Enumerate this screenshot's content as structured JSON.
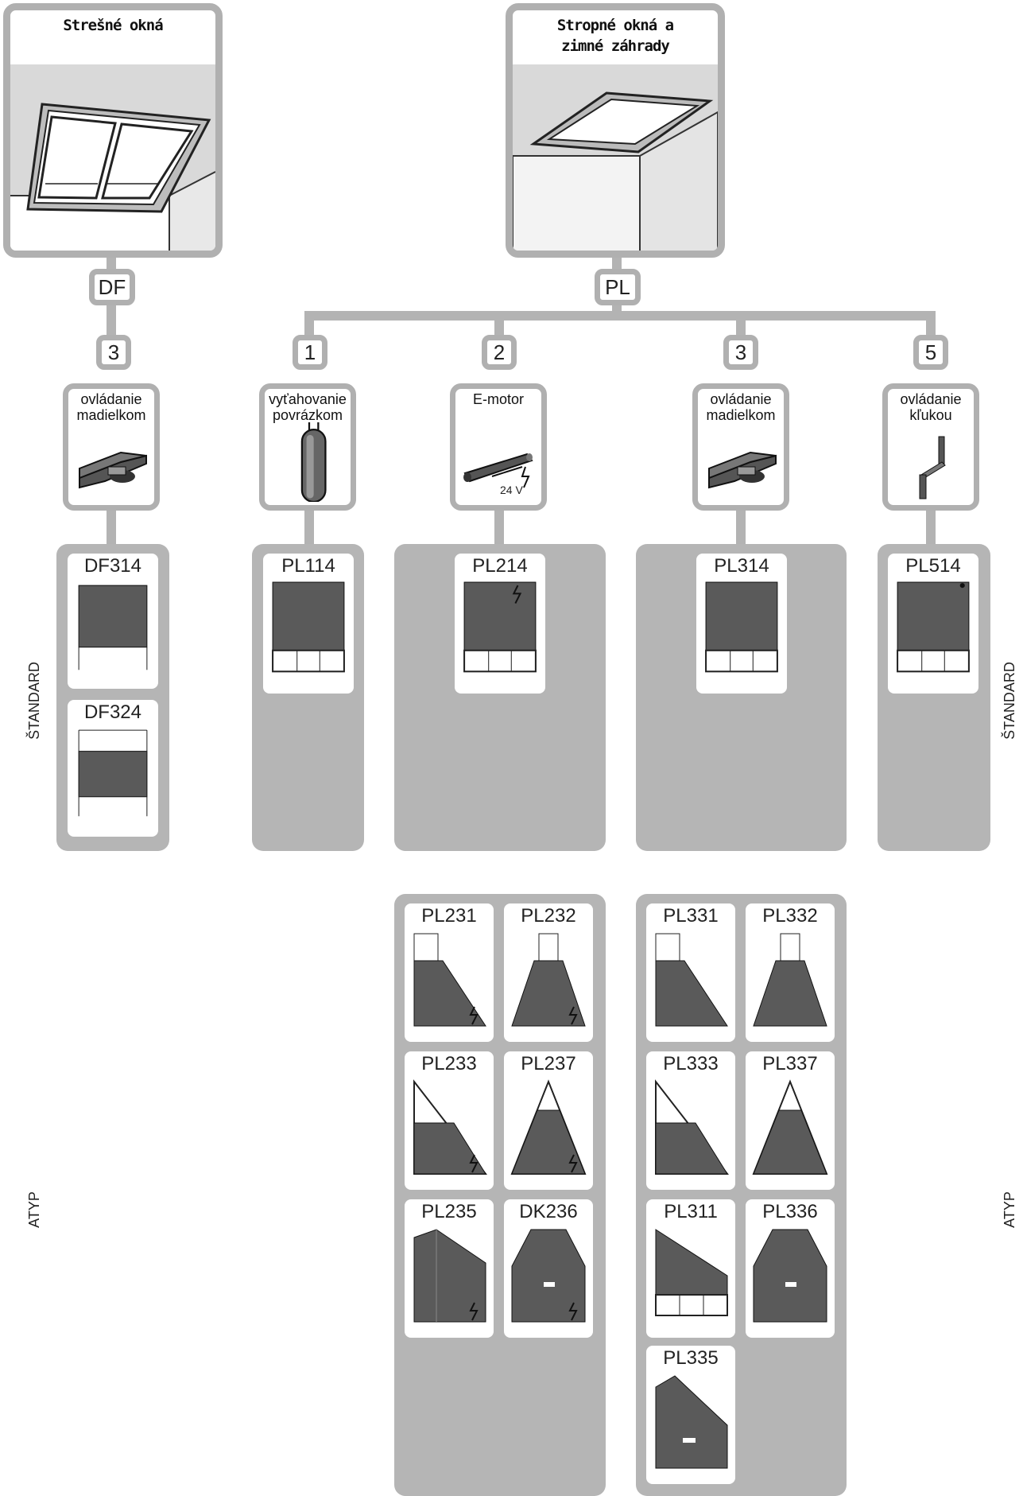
{
  "windows": {
    "roof": {
      "title": "Strešné okná",
      "code": "DF"
    },
    "ceiling": {
      "title_line1": "Stropné okná a",
      "title_line2": "zimné záhrady",
      "code": "PL"
    }
  },
  "side_labels": {
    "standard_left": "ŠTANDARD",
    "standard_right": "ŠTANDARD",
    "atyp_left": "ATYP",
    "atyp_right": "ATYP"
  },
  "controls": {
    "df3": {
      "number": "3",
      "line1": "ovládanie",
      "line2": "madielkom",
      "icon": "handle-rail-icon"
    },
    "pl1": {
      "number": "1",
      "line1": "vyťahovanie",
      "line2": "povrázkom",
      "icon": "cord-pull-icon"
    },
    "pl2": {
      "number": "2",
      "line1": "E-motor",
      "line2": "",
      "voltage": "24 V",
      "icon": "motor-icon"
    },
    "pl3": {
      "number": "3",
      "line1": "ovládanie",
      "line2": "madielkom",
      "icon": "handle-rail-icon"
    },
    "pl5": {
      "number": "5",
      "line1": "ovládanie",
      "line2": "kľukou",
      "icon": "crank-icon"
    }
  },
  "products": {
    "standard": {
      "df": [
        "DF314",
        "DF324"
      ],
      "pl1": [
        "PL114"
      ],
      "pl2": [
        "PL214"
      ],
      "pl3": [
        "PL314"
      ],
      "pl5": [
        "PL514"
      ]
    },
    "atyp": {
      "pl2": [
        "PL231",
        "PL232",
        "PL233",
        "PL237",
        "PL235",
        "DK236"
      ],
      "pl3": [
        "PL331",
        "PL332",
        "PL333",
        "PL337",
        "PL311",
        "PL336",
        "PL335"
      ]
    }
  },
  "colors": {
    "frame": "#b0b0b0",
    "group": "#b5b5b5",
    "blind": "#555555"
  }
}
